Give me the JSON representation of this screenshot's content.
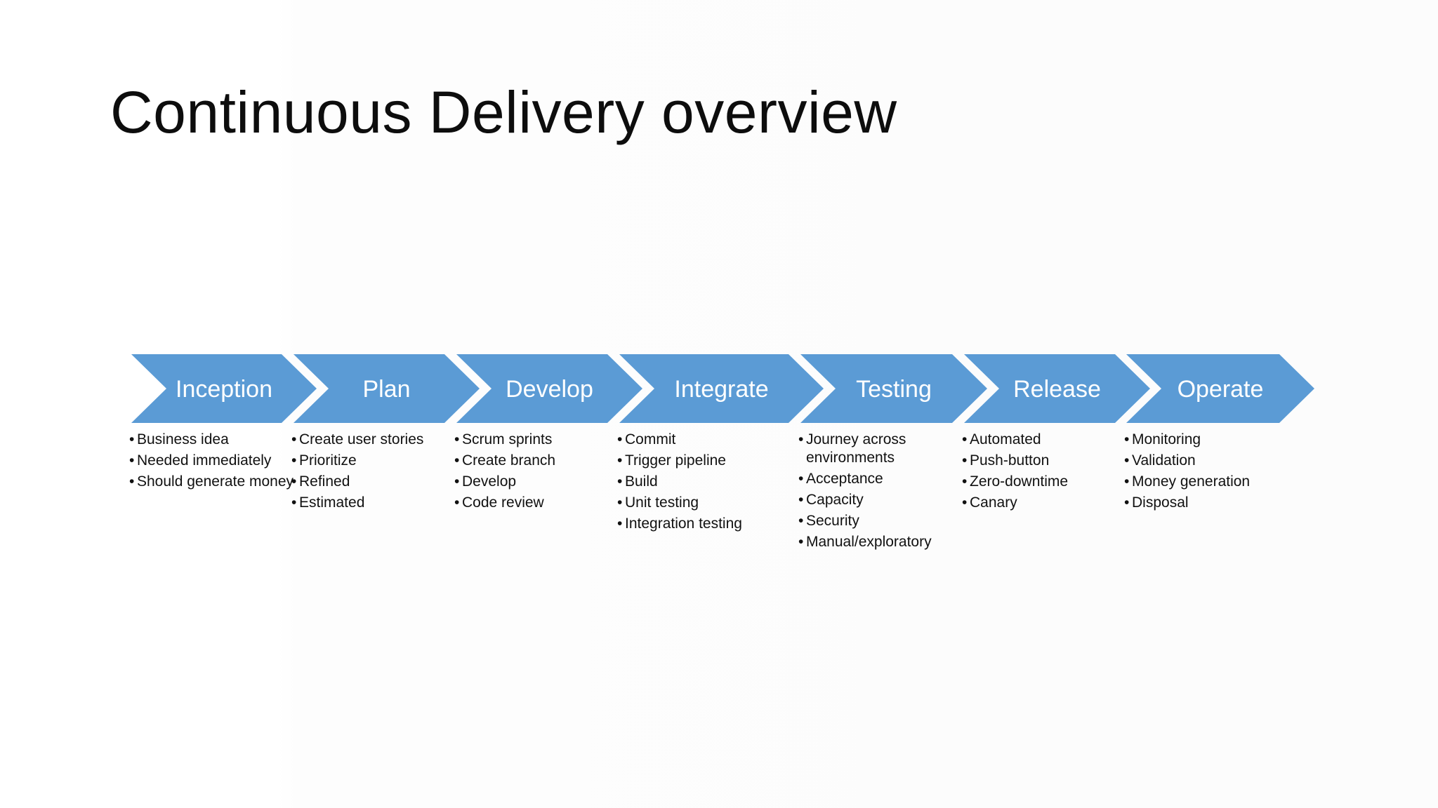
{
  "title": "Continuous Delivery overview",
  "colors": {
    "chevron_fill": "#5b9bd5",
    "chevron_text": "#ffffff",
    "text": "#111111"
  },
  "stages": [
    {
      "label": "Inception",
      "items": [
        "Business idea",
        "Needed immediately",
        "Should generate money"
      ]
    },
    {
      "label": "Plan",
      "items": [
        "Create user stories",
        "Prioritize",
        "Refined",
        "Estimated"
      ]
    },
    {
      "label": "Develop",
      "items": [
        "Scrum sprints",
        "Create branch",
        "Develop",
        "Code review"
      ]
    },
    {
      "label": "Integrate",
      "items": [
        "Commit",
        "Trigger pipeline",
        "Build",
        "Unit testing",
        "Integration testing"
      ]
    },
    {
      "label": "Testing",
      "items": [
        "Journey across environments",
        "Acceptance",
        "Capacity",
        "Security",
        "Manual/exploratory"
      ]
    },
    {
      "label": "Release",
      "items": [
        "Automated",
        "Push-button",
        "Zero-downtime",
        "Canary"
      ]
    },
    {
      "label": "Operate",
      "items": [
        "Monitoring",
        "Validation",
        "Money generation",
        "Disposal"
      ]
    }
  ]
}
